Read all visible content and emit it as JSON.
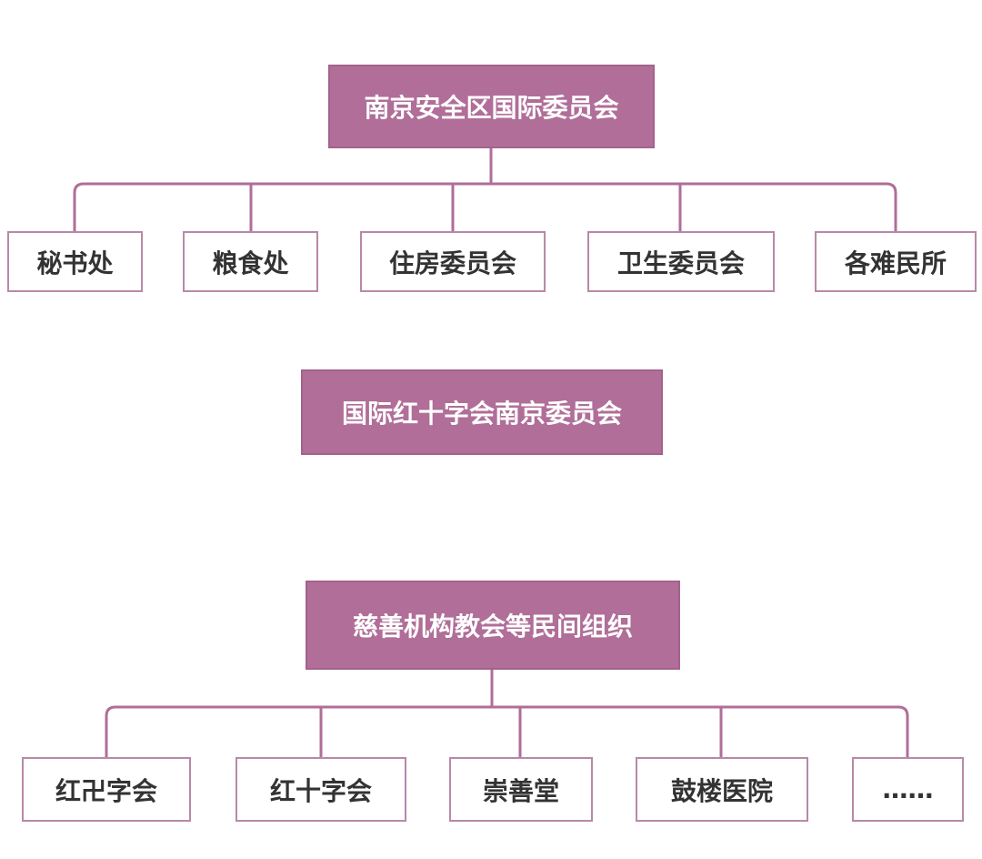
{
  "diagram": {
    "colors": {
      "head_fill": "#b06e98",
      "head_text": "#ffffff",
      "child_border": "#b889a8",
      "child_text": "#333333",
      "connector": "#b06e98"
    },
    "groups": [
      {
        "title": "南京安全区国际委员会",
        "children": [
          "秘书处",
          "粮食处",
          "住房委员会",
          "卫生委员会",
          "各难民所"
        ]
      },
      {
        "title": "国际红十字会南京委员会",
        "children": []
      },
      {
        "title": "慈善机构教会等民间组织",
        "children": [
          "红卍字会",
          "红十字会",
          "崇善堂",
          "鼓楼医院",
          "……"
        ]
      }
    ]
  }
}
